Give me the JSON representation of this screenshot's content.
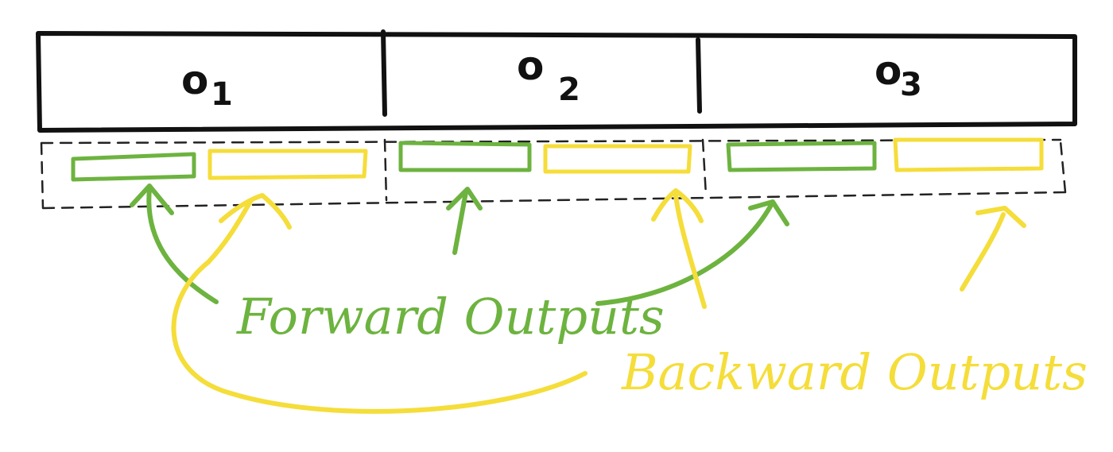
{
  "diagram": {
    "cells": [
      {
        "base": "o",
        "sub": "1"
      },
      {
        "base": "o",
        "sub": "2"
      },
      {
        "base": "o",
        "sub": "3"
      }
    ],
    "forward_label": "Forward Outputs",
    "backward_label": "Backward Outputs",
    "colors": {
      "forward": "#6db33f",
      "backward": "#f5dd3a",
      "ink": "#111111"
    }
  }
}
